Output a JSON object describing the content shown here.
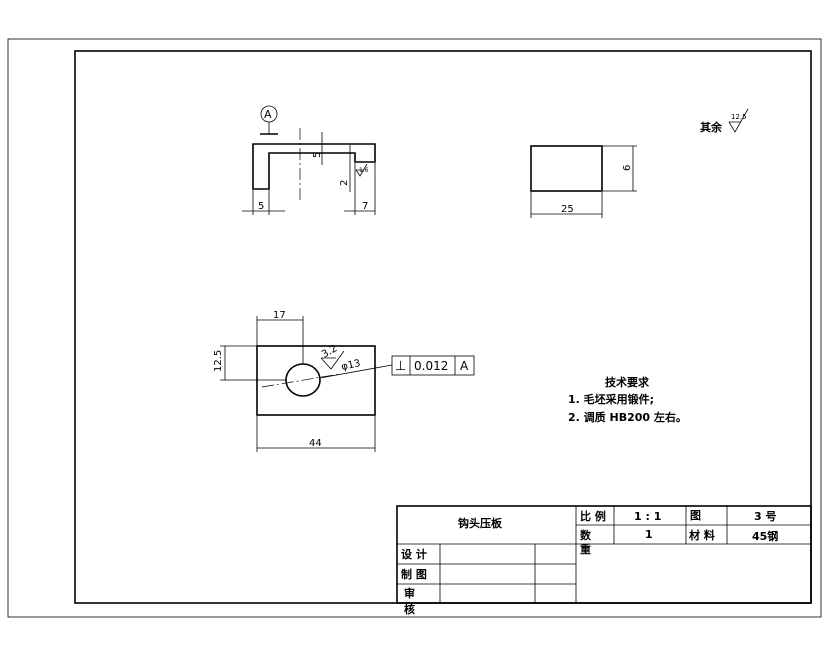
{
  "roughness_default": {
    "label": "其余",
    "value": "12.5"
  },
  "datum": {
    "letter": "A"
  },
  "views": {
    "front": {
      "dims": {
        "left_width": "5",
        "slot_depth": "5",
        "lip_height": "2",
        "right_width": "7"
      },
      "roughness": "1.6"
    },
    "side": {
      "dims": {
        "width": "25",
        "height": "6"
      }
    },
    "top": {
      "dims": {
        "hole_pos": "17",
        "hole_y": "12.5",
        "length": "44",
        "hole_dia": "φ13"
      },
      "roughness": "3.2"
    }
  },
  "tolerance_frame": {
    "symbol": "⊥",
    "value": "0.012",
    "datum": "A"
  },
  "tech_requirements": {
    "title": "技术要求",
    "items": [
      "1. 毛坯采用锻件;",
      "2. 调质 HB200 左右。"
    ]
  },
  "title_block": {
    "part_name": "钩头压板",
    "scale_label": "比  例",
    "scale_value": "1 : 1",
    "drawing_label": "图",
    "drawing_no": "3 号",
    "qty_label": "数",
    "qty_value": "1",
    "material_label": "材  料",
    "material_value": "45钢",
    "weight_label": "重",
    "designer_label": "设  计",
    "drafter_label": "制  图",
    "checker_label_1": "审",
    "checker_label_2": "核"
  }
}
